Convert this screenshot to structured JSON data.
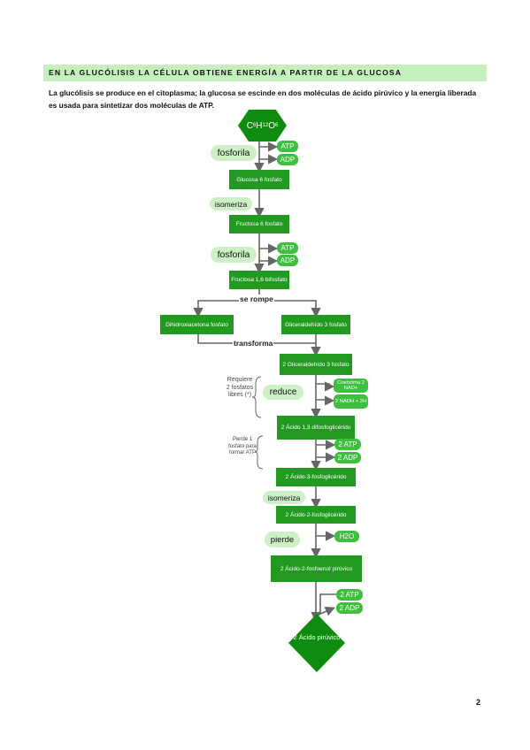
{
  "header": {
    "title": "EN LA GLUCÓLISIS LA CÉLULA OBTIENE ENERGÍA A PARTIR DE LA GLUCOSA"
  },
  "intro": {
    "text": "La glucólisis se produce en el citoplasma; la glucosa se escinde en dos moléculas de ácido pirúvico y la energía liberada es usada para sintetizar dos moléculas de ATP."
  },
  "diagram": {
    "start": {
      "c": "C",
      "c_sub": "6",
      "h": "H",
      "h_sub": "12",
      "o": "O",
      "o_sub": "6"
    },
    "steps": [
      "Glucosa 6 fosfato",
      "Fructosa 6 fosfato",
      "Fructosa 1,6 bifosfato",
      "Dihidroxiacetona fosfato",
      "Gliceraldehído 3 fosfato",
      "2 Gliceraldehído 3 fosfato",
      "2 Ácido 1,3 difosfoglicérido",
      "2 Ácido-3-fosfoglicérido",
      "2 Ácido-2-fosfoglicérido",
      "2 Ácido-2-fosfoenol pirúvico"
    ],
    "end": "2 Ácido pirúvico",
    "actions": {
      "fosforila_1": "fosforila",
      "isomeriza_1": "isomeriza",
      "fosforila_2": "fosforila",
      "se_rompe": "se rompe",
      "transforma": "transforma",
      "reduce": "reduce",
      "isomeriza_2": "isomeriza",
      "pierde": "pierde"
    },
    "molecules": {
      "atp_1": "ATP",
      "adp_1": "ADP",
      "atp_2": "ATP",
      "adp_2": "ADP",
      "nad": "Coenzima 2 NAD+",
      "nadh": "2 NADH + 2H",
      "atp_3": "2 ATP",
      "adp_3": "2 ADP",
      "h2o": "H2O",
      "atp_4": "2 ATP",
      "adp_4": "2 ADP"
    },
    "notes": {
      "requiere": "Requiere 2 fosfatos libres (*)",
      "pierde": "Pierde 1 fosfato para formar ATP"
    }
  },
  "page": {
    "number": "2"
  },
  "colors": {
    "box": "#229a22",
    "pill": "#3fbf3f",
    "oval": "#cdf0c6",
    "header": "#c5efbd",
    "arrow": "#666666"
  }
}
